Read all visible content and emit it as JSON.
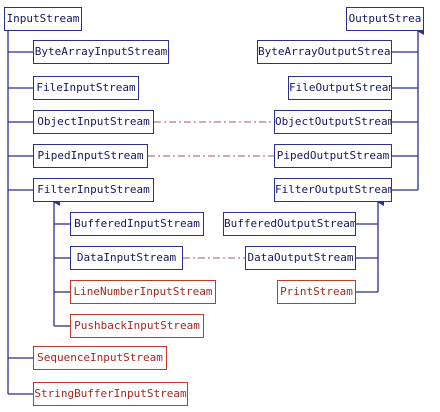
{
  "nodes": {
    "input_stream": "InputStream",
    "byte_array_input": "ByteArrayInputStream",
    "file_input": "FileInputStream",
    "object_input": "ObjectInputStream",
    "piped_input": "PipedInputStream",
    "filter_input": "FilterInputStream",
    "buffered_input": "BufferedInputStream",
    "data_input": "DataInputStream",
    "line_number_input": "LineNumberInputStream",
    "pushback_input": "PushbackInputStream",
    "sequence_input": "SequenceInputStream",
    "string_buffer_input": "StringBufferInputStream",
    "output_stream": "OutputStrea",
    "byte_array_output": "ByteArrayOutputStream",
    "file_output": "FileOutputStream",
    "object_output": "ObjectOutputStream",
    "piped_output": "PipedOutputStream",
    "filter_output": "FilterOutputStream",
    "buffered_output": "BufferedOutputStream",
    "data_output": "DataOutputStream",
    "print_stream": "PrintStream"
  },
  "colors": {
    "standard_border": "#2b2f8f",
    "deprecated_border": "#c0392b",
    "counterpart_link": "#a0506e"
  }
}
